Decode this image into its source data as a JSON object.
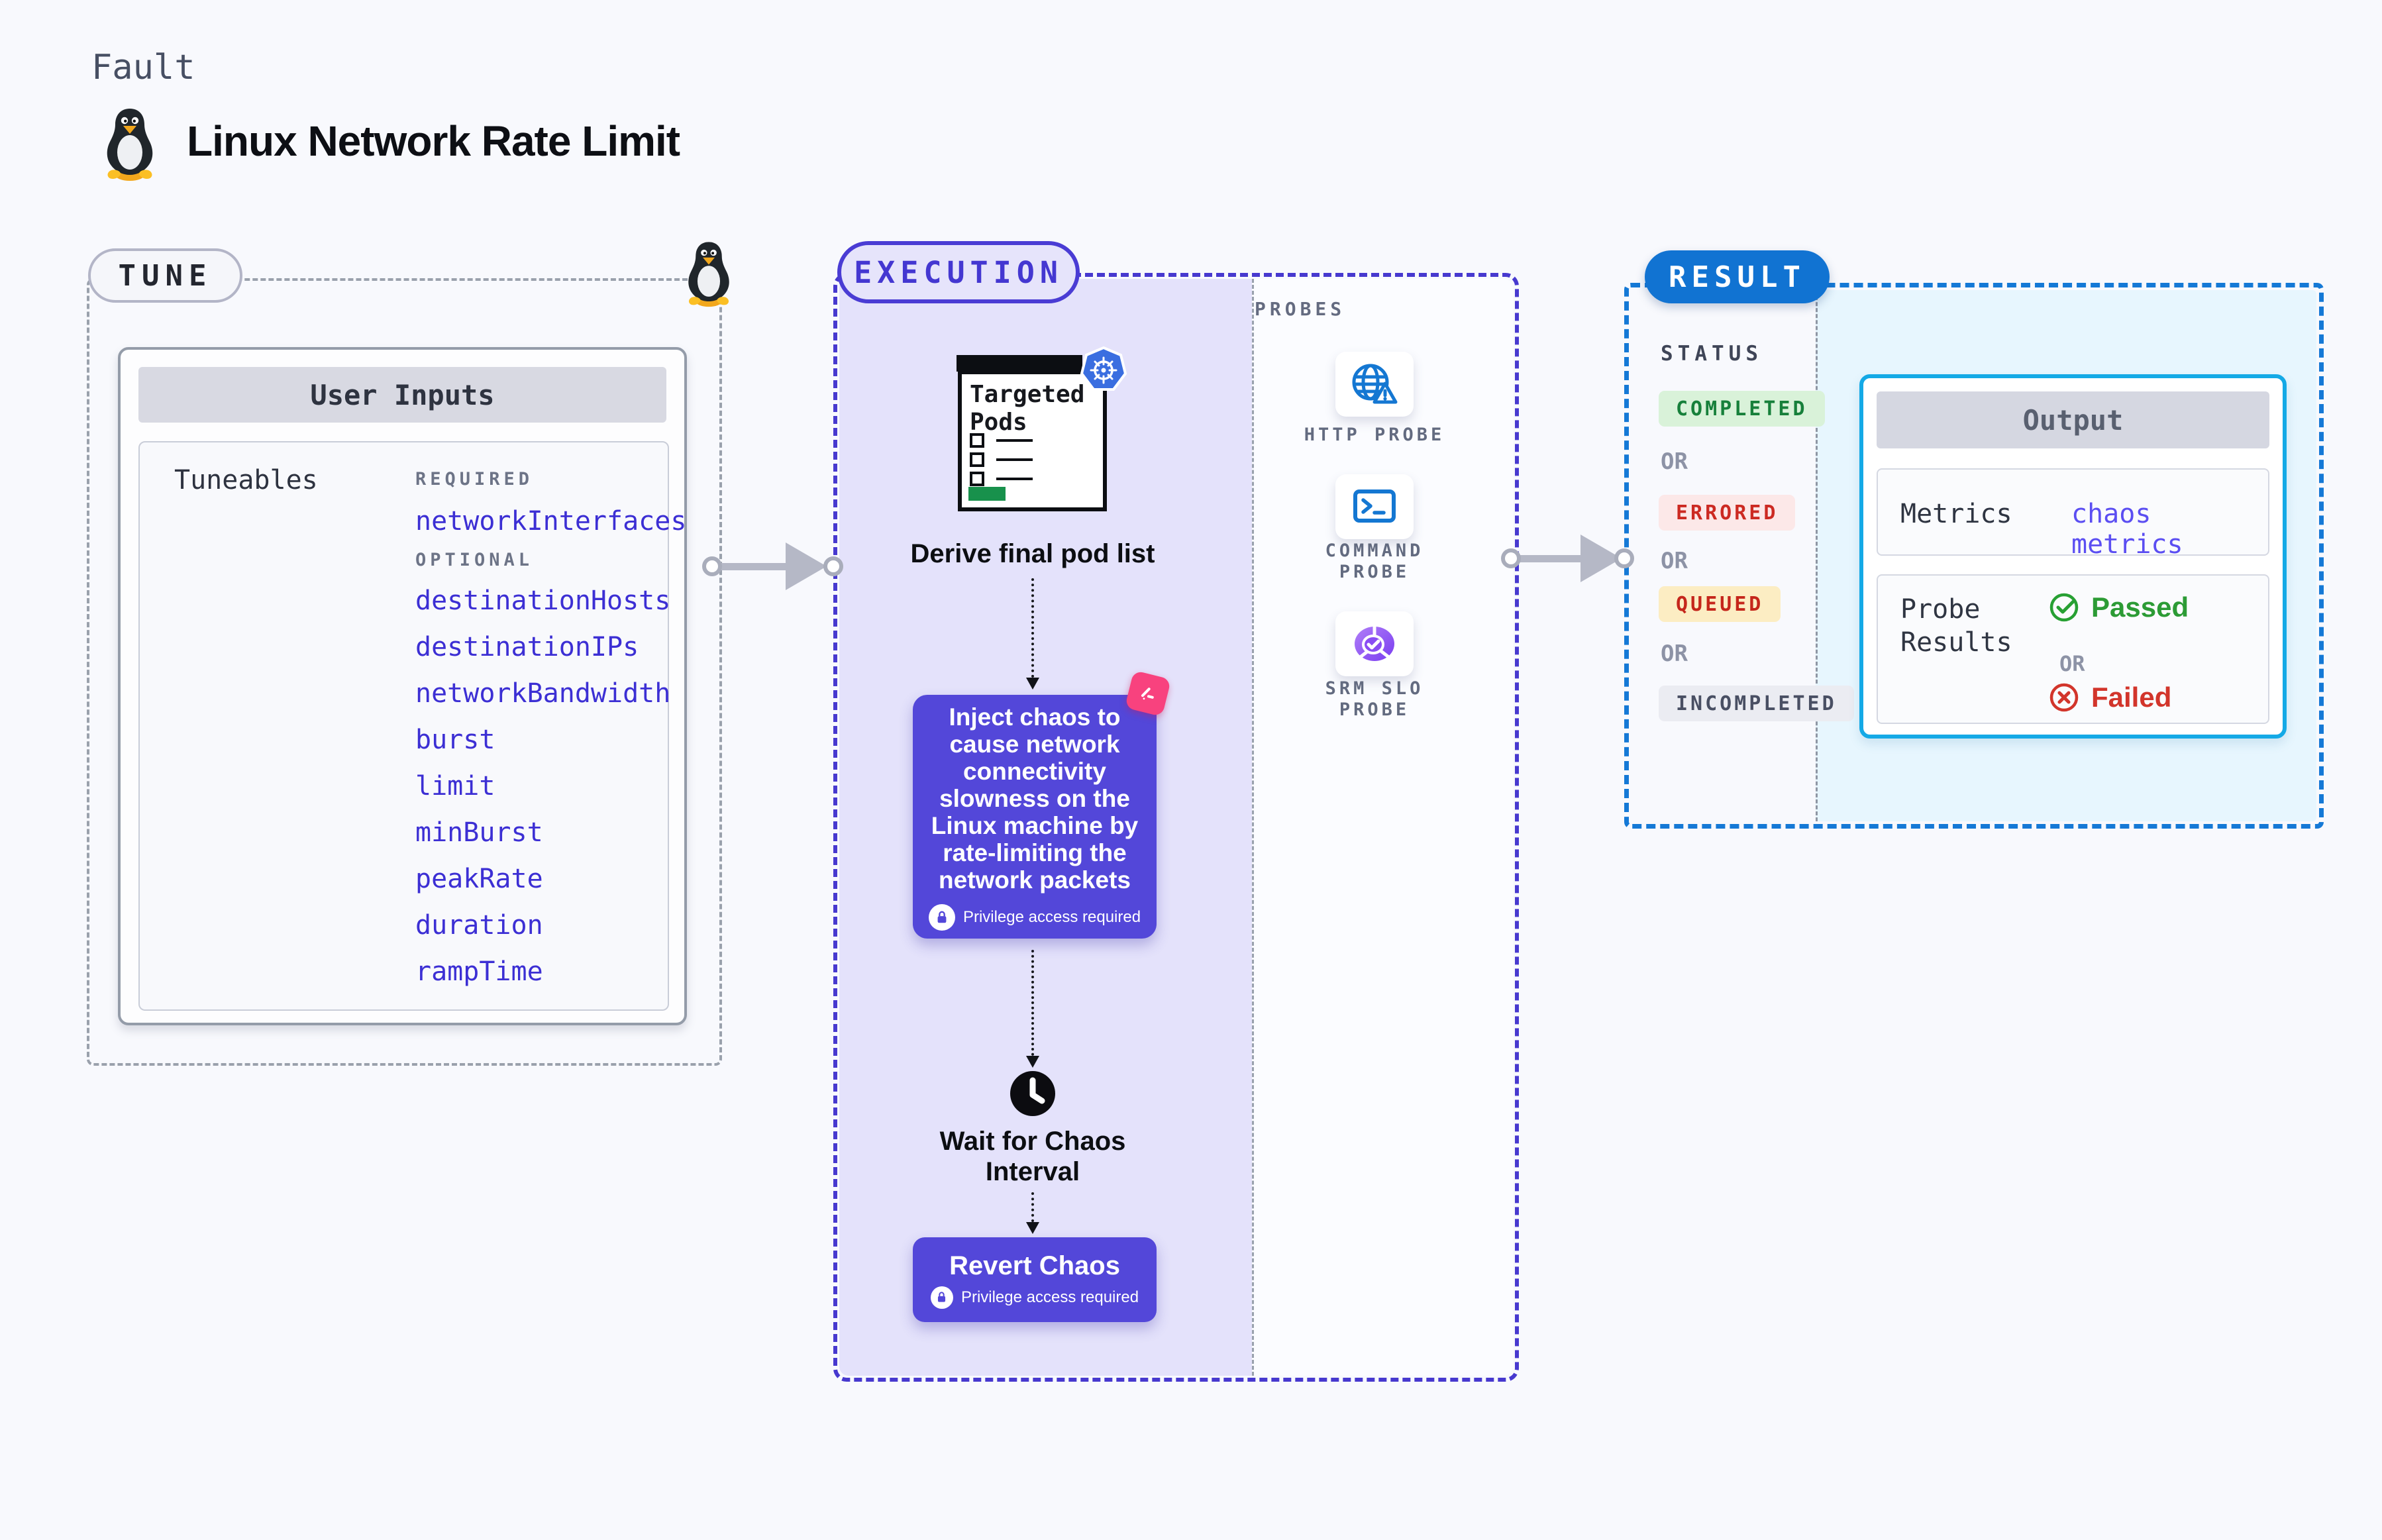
{
  "page": {
    "kind_label": "Fault",
    "title": "Linux Network Rate Limit"
  },
  "tune": {
    "section_label": "TUNE",
    "card_title": "User Inputs",
    "row_label": "Tuneables",
    "required_label": "REQUIRED",
    "required_items": [
      "networkInterfaces"
    ],
    "optional_label": "OPTIONAL",
    "optional_items": [
      "destinationHosts",
      "destinationIPs",
      "networkBandwidth",
      "burst",
      "limit",
      "minBurst",
      "peakRate",
      "duration",
      "rampTime"
    ]
  },
  "execution": {
    "section_label": "EXECUTION",
    "pods_icon_title": "Targeted Pods",
    "derive_label": "Derive final pod list",
    "inject_text": "Inject chaos to cause network connectivity slowness on the Linux machine by rate-limiting the network packets",
    "privilege_label": "Privilege access required",
    "wait_label": "Wait for Chaos Interval",
    "revert_label": "Revert Chaos"
  },
  "probes": {
    "section_label": "PROBES",
    "items": [
      {
        "label": "HTTP PROBE",
        "icon": "globe-alert-icon"
      },
      {
        "label": "COMMAND PROBE",
        "icon": "terminal-icon"
      },
      {
        "label": "SRM SLO PROBE",
        "icon": "slo-donut-icon"
      }
    ]
  },
  "result": {
    "section_label": "RESULT",
    "status_label": "STATUS",
    "or_label": "OR",
    "statuses": [
      {
        "label": "COMPLETED",
        "fg": "#17803b",
        "bg": "#d9f2d9"
      },
      {
        "label": "ERRORED",
        "fg": "#cc2a22",
        "bg": "#fce8e8"
      },
      {
        "label": "QUEUED",
        "fg": "#c5261b",
        "bg": "#fcedc3"
      },
      {
        "label": "INCOMPLETED",
        "fg": "#494f63",
        "bg": "#ebecf2"
      }
    ],
    "output": {
      "title": "Output",
      "metrics_label": "Metrics",
      "metrics_value": "chaos metrics",
      "probe_results_label": "Probe Results",
      "passed_label": "Passed",
      "failed_label": "Failed"
    }
  },
  "colors": {
    "page_bg": "#f8f9fd",
    "indigo_accent": "#4739cf",
    "execution_fill": "#e4e2fb",
    "chaos_box": "#5347d9",
    "tuneable_link": "#3c2fd4",
    "result_blue": "#1173d2",
    "output_border_cyan": "#14a9e6",
    "result_cyan_fill": "#e7f6fe",
    "passed_green": "#2c9b35",
    "failed_red": "#d2352b",
    "probe_icon_blue": "#1477d2",
    "srm_purple": "#7a3df0",
    "kubernetes_blue": "#3a6ee0",
    "chaos_pink": "#f8427e",
    "pods_green": "#18914c"
  }
}
